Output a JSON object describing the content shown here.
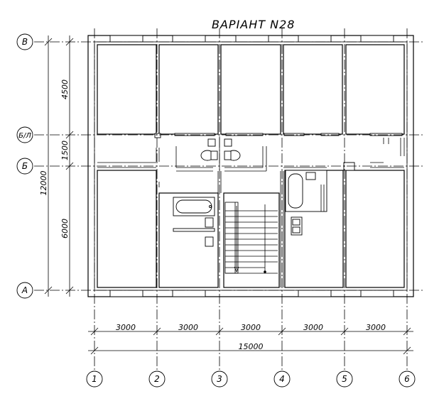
{
  "title": "ВАРIАНТ N28",
  "row_axes": [
    "В",
    "Б/Л",
    "Б",
    "А"
  ],
  "col_axes": [
    "1",
    "2",
    "3",
    "4",
    "5",
    "6"
  ],
  "vertical_dims": {
    "top": "4500",
    "middle": "1500",
    "bottom": "6000",
    "total": "12000"
  },
  "horizontal_dims": {
    "spans": [
      "3000",
      "3000",
      "3000",
      "3000",
      "3000"
    ],
    "total": "15000"
  }
}
